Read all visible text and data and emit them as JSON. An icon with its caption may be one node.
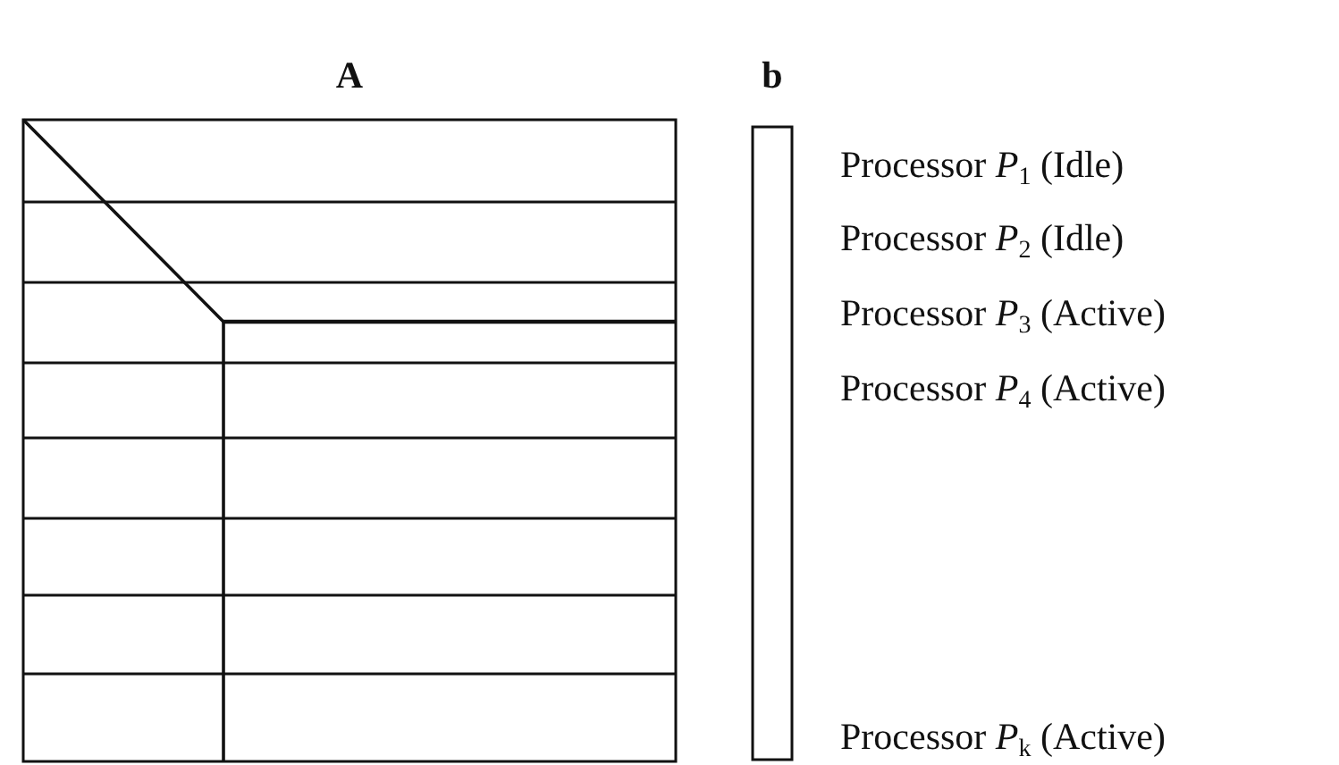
{
  "diagram": {
    "nodes": [
      {
        "text": [
          "A"
        ]
      },
      {
        "text": [
          "b"
        ]
      }
    ],
    "labels": [
      "Processor *P*$_{1}$ (Idle)",
      "Processor *P*$_{2}$ (Idle)",
      "Processor *P*$_{3}$ (Active)",
      "Processor *P*$_{4}$ (Active)",
      "Processor *P*$_{k}$ (Active)"
    ]
  }
}
